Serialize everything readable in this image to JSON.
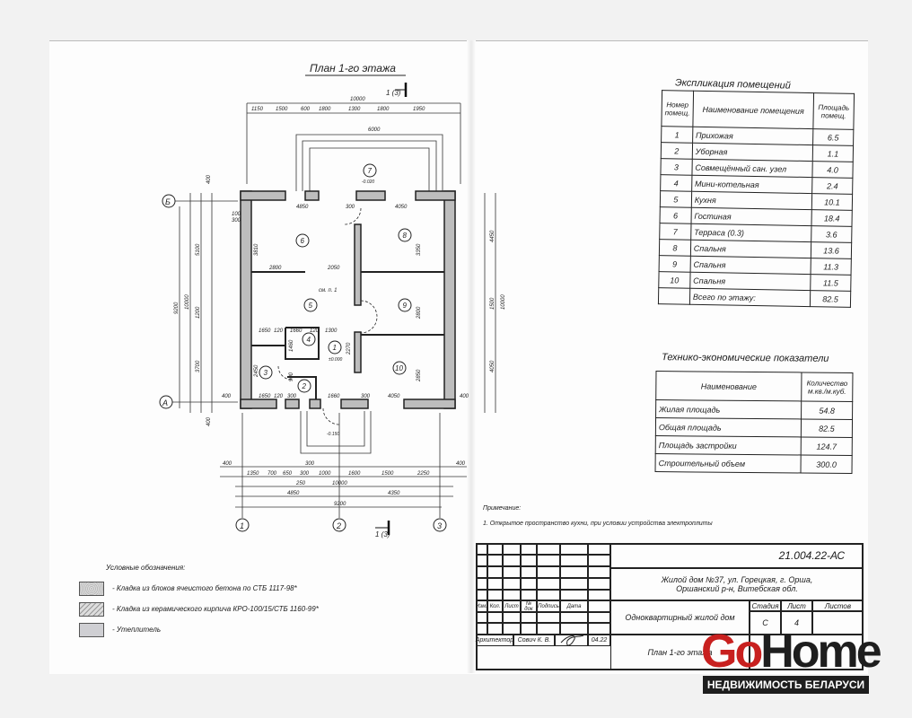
{
  "plan": {
    "title": "План 1-го этажа",
    "section_mark": "1 (3)",
    "top_total": "10000",
    "top_dims": [
      "1150",
      "1500",
      "600",
      "1800",
      "1300",
      "1800",
      "1950"
    ],
    "terrace_width": "6000",
    "bottom_row1": [
      "400",
      "300",
      "400"
    ],
    "bottom_row2": [
      "1350",
      "700",
      "650",
      "300",
      "1000",
      "1600",
      "1500",
      "2250"
    ],
    "bottom_total": "10000",
    "bottom_halves": [
      "4850",
      "4350"
    ],
    "bottom_axis_total": "9200",
    "bottom_250": "250",
    "left_dims": [
      "9200",
      "10000",
      "5100",
      "1200",
      "3700",
      "400",
      "400"
    ],
    "right_dims": [
      "4450",
      "1500",
      "4050",
      "10000"
    ],
    "inner_dims": [
      "4850",
      "300",
      "4050",
      "2800",
      "2050",
      "1650",
      "120",
      "1660",
      "120",
      "1300",
      "1650",
      "120",
      "300",
      "1660",
      "300",
      "4050",
      "400",
      "400",
      "100",
      "300",
      "3810",
      "3350",
      "2800",
      "2850",
      "2270",
      "2450",
      "1460",
      "900"
    ],
    "axes": {
      "b": "Б",
      "a": "А",
      "one": "1",
      "two": "2",
      "three": "3"
    },
    "rooms": [
      "1",
      "2",
      "3",
      "4",
      "5",
      "6",
      "7",
      "8",
      "9",
      "10"
    ],
    "level_marks": [
      "-0.020",
      "±0.000",
      "-0.150"
    ],
    "kitchen_note": "см. п. 1"
  },
  "legend": {
    "title": "Условные обозначения:",
    "items": [
      "- Кладка из блоков ячеистого бетона по СТБ 1117-98*",
      "- Кладка из керамического кирпича  КРО-100/15/СТБ 1160-99*",
      "- Утеплитель"
    ]
  },
  "note": {
    "title": "Примечание:",
    "text": "1. Открытое пространство кухни, при условии устройства электроплиты"
  },
  "explication": {
    "title": "Экспликация помещений",
    "headers": [
      "Номер помещ.",
      "Наименование помещения",
      "Площадь помещ."
    ],
    "rows": [
      [
        "1",
        "Прихожая",
        "6.5"
      ],
      [
        "2",
        "Уборная",
        "1.1"
      ],
      [
        "3",
        "Совмещённый сан. узел",
        "4.0"
      ],
      [
        "4",
        "Мини-котельная",
        "2.4"
      ],
      [
        "5",
        "Кухня",
        "10.1"
      ],
      [
        "6",
        "Гостиная",
        "18.4"
      ],
      [
        "7",
        "Терраса (0.3)",
        "3.6"
      ],
      [
        "8",
        "Спальня",
        "13.6"
      ],
      [
        "9",
        "Спальня",
        "11.3"
      ],
      [
        "10",
        "Спальня",
        "11.5"
      ]
    ],
    "total_label": "Всего по этажу:",
    "total_value": "82.5"
  },
  "tech": {
    "title": "Технико-экономические показатели",
    "headers": [
      "Наименование",
      "Количество м.кв./м.куб."
    ],
    "rows": [
      [
        "Жилая площадь",
        "54.8"
      ],
      [
        "Общая площадь",
        "82.5"
      ],
      [
        "Площадь застройки",
        "124.7"
      ],
      [
        "Строительный объем",
        "300.0"
      ]
    ]
  },
  "title_block": {
    "code": "21.004.22-АС",
    "address": "Жилой дом №37, ул. Горецкая, г. Орша, Оршанский р-н, Витебская обл.",
    "building": "Одноквартирный жилой дом",
    "sheet_title": "План 1-го этажа",
    "col_headers": [
      "Изм.",
      "Кол.",
      "Лист",
      "№ док",
      "Подпись",
      "Дата"
    ],
    "stage_headers": [
      "Стадия",
      "Лист",
      "Листов"
    ],
    "stage": "С",
    "sheet": "4",
    "sheets": "",
    "role": "Архитектор",
    "name": "Сович К. В.",
    "date": "04.22"
  },
  "watermark": {
    "logo_go": "Go",
    "logo_home": "Home",
    "tagline": "НЕДВИЖИМОСТЬ БЕЛАРУСИ",
    "colors": {
      "go": "#c8201f",
      "home": "#1e1e1e"
    }
  }
}
